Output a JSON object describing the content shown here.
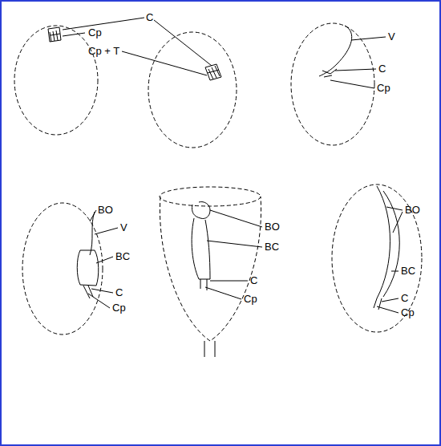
{
  "diagram": {
    "labels": [
      "C",
      "Cp",
      "Cp + T",
      "V",
      "C",
      "Cp",
      "BO",
      "V",
      "BC",
      "C",
      "Cp",
      "BO",
      "BC",
      "C",
      "Cp",
      "BO",
      "BC",
      "C",
      "Cp"
    ]
  }
}
